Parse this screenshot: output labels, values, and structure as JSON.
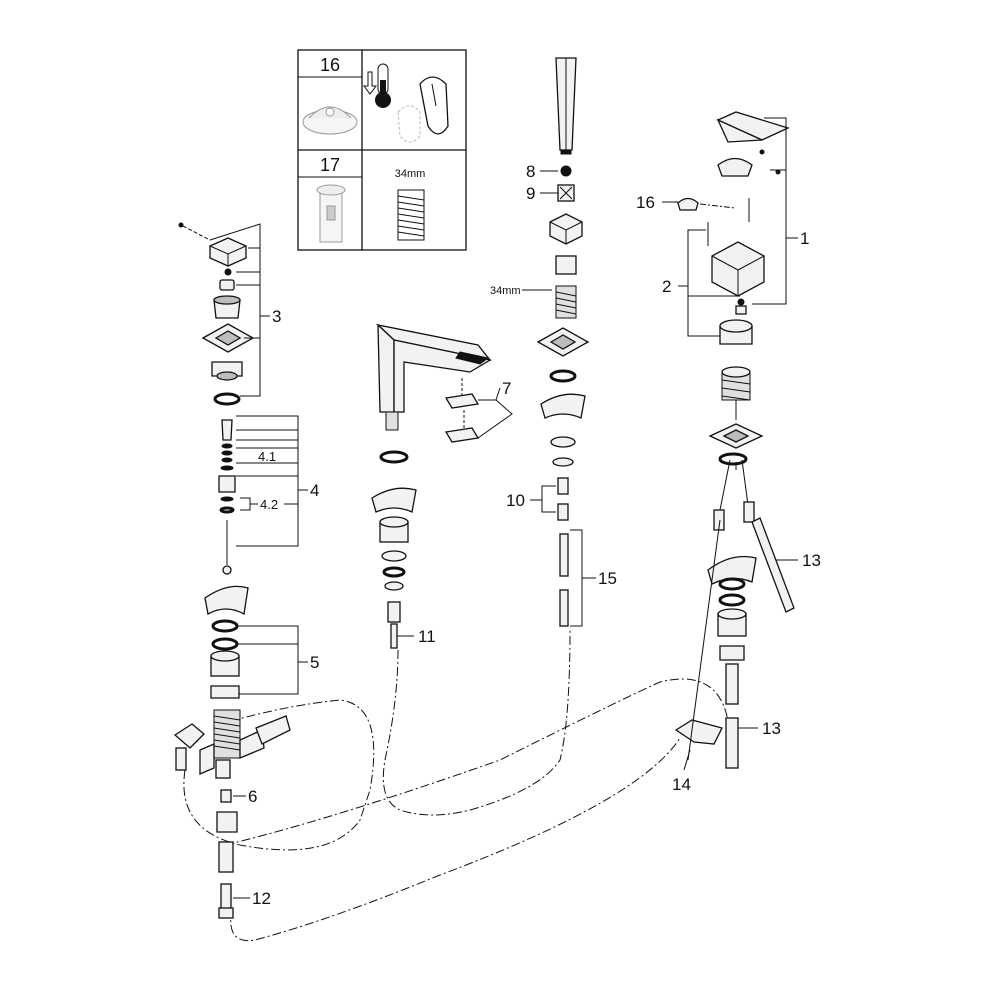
{
  "labels": {
    "p1": "1",
    "p2": "2",
    "p3": "3",
    "p4": "4",
    "p4_1": "4.1",
    "p4_2": "4.2",
    "p5": "5",
    "p6": "6",
    "p7": "7",
    "p8": "8",
    "p9": "9",
    "p10": "10",
    "p11": "11",
    "p12": "12",
    "p13a": "13",
    "p13b": "13",
    "p14": "14",
    "p15": "15",
    "p16": "16"
  },
  "inset": {
    "cell_16": "16",
    "cell_17": "17",
    "dim": "34mm"
  },
  "dim_label": "34mm"
}
